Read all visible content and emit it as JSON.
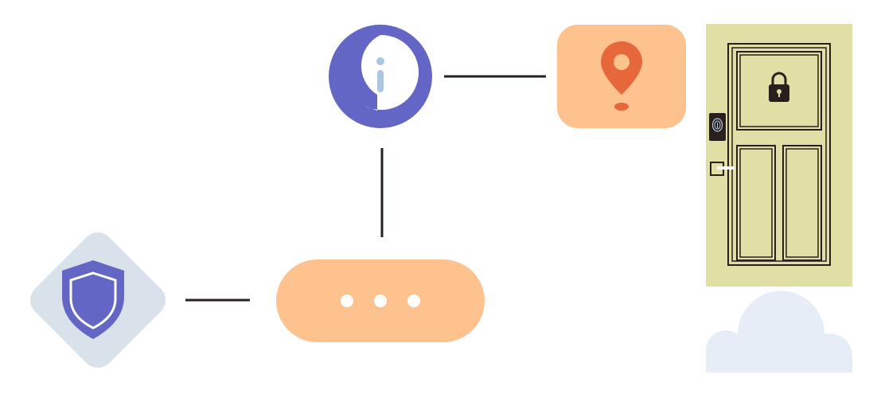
{
  "nodes": {
    "info": {
      "icon": "info-chat-icon"
    },
    "location": {
      "icon": "location-pin-icon"
    },
    "typing": {
      "icon": "ellipsis-bubble-icon"
    },
    "security": {
      "icon": "shield-icon"
    },
    "door": {
      "icon": "smart-lock-door-icon",
      "lock_icon": "padlock-icon",
      "sensor_icon": "fingerprint-icon"
    },
    "cloud": {
      "icon": "cloud-icon"
    }
  },
  "edges": [
    {
      "from": "info",
      "to": "location"
    },
    {
      "from": "info",
      "to": "typing"
    },
    {
      "from": "security",
      "to": "typing"
    }
  ],
  "colors": {
    "purple": "#6466c5",
    "peach": "#fdc28d",
    "orange": "#e5673a",
    "slate_bg": "#d9e1ea",
    "door_bg": "#e2dfa6",
    "cloud": "#e6edf6",
    "line": "#2a1f1f",
    "info_dot": "#a9c6e2"
  }
}
